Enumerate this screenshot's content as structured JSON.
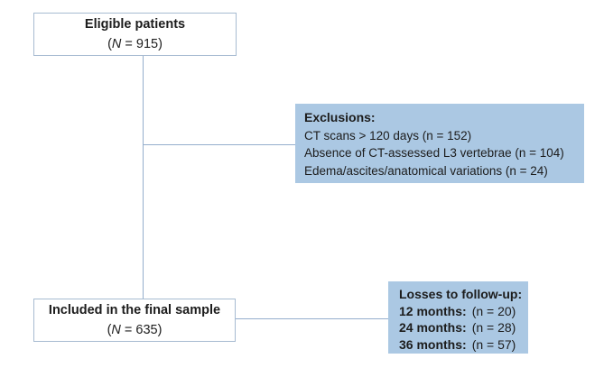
{
  "colors": {
    "background": "#ffffff",
    "box_fill": "#abc8e3",
    "box_border": "#a7bbd1",
    "connector": "#95aecd",
    "text": "#1c1c1c"
  },
  "eligible_box": {
    "title": "Eligible patients",
    "count_prefix": "(",
    "count_symbol": "N",
    "count_suffix": " = 915)"
  },
  "exclusions_box": {
    "title": "Exclusions:",
    "items": [
      "CT scans > 120 days (n = 152)",
      "Absence of CT-assessed L3 vertebrae (n = 104)",
      "Edema/ascites/anatomical variations (n = 24)"
    ]
  },
  "included_box": {
    "title": "Included in the final sample",
    "count_prefix": "(",
    "count_symbol": "N",
    "count_suffix": " = 635)"
  },
  "losses_box": {
    "title": "Losses to follow-up:",
    "items": [
      {
        "label": "12 months:",
        "value": "(n = 20)"
      },
      {
        "label": "24 months:",
        "value": "(n = 28)"
      },
      {
        "label": "36 months:",
        "value": "(n = 57)"
      }
    ]
  }
}
